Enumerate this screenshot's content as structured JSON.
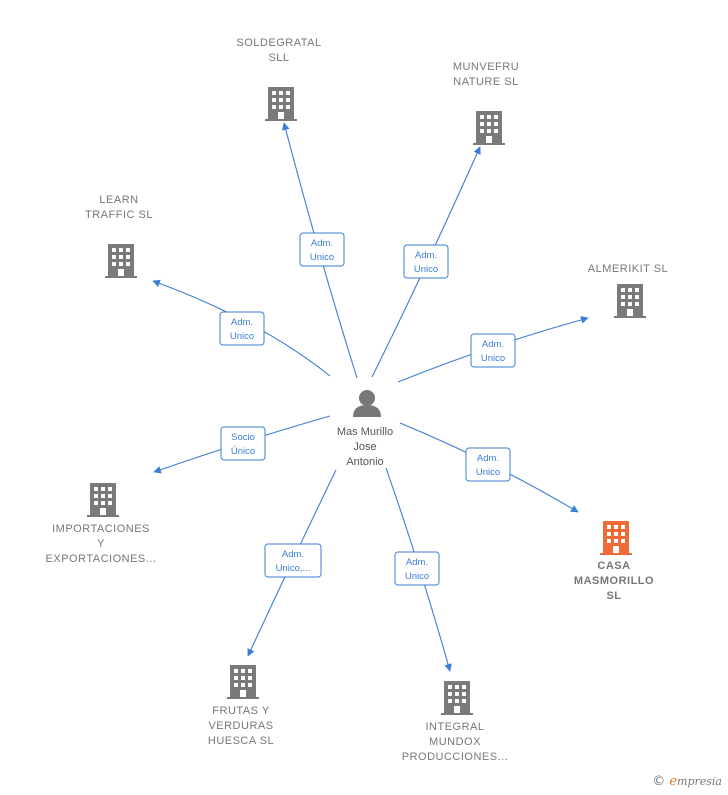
{
  "center": {
    "lines": [
      "Mas Murillo",
      "Jose",
      "Antonio"
    ],
    "icon": "person-icon"
  },
  "colors": {
    "edge": "#3a7fd5",
    "building": "#7a7a7a",
    "highlight_building": "#f06a35",
    "person": "#777777"
  },
  "nodes": [
    {
      "id": "soldegratal",
      "lines": [
        "SOLDEGRATAL",
        "SLL"
      ],
      "role": [
        "Adm.",
        "Unico"
      ],
      "highlight": false,
      "icon": "building-icon"
    },
    {
      "id": "munvefru",
      "lines": [
        "MUNVEFRU",
        "NATURE  SL"
      ],
      "role": [
        "Adm.",
        "Unico"
      ],
      "highlight": false,
      "icon": "building-icon"
    },
    {
      "id": "learn-traffic",
      "lines": [
        "LEARN",
        "TRAFFIC  SL"
      ],
      "role": [
        "Adm.",
        "Unico"
      ],
      "highlight": false,
      "icon": "building-icon"
    },
    {
      "id": "almerikit",
      "lines": [
        "ALMERIKIT  SL"
      ],
      "role": [
        "Adm.",
        "Unico"
      ],
      "highlight": false,
      "icon": "building-icon"
    },
    {
      "id": "importaciones",
      "lines": [
        "IMPORTACIONES",
        "Y",
        "EXPORTACIONES..."
      ],
      "role": [
        "Socio",
        "Único"
      ],
      "highlight": false,
      "icon": "building-icon"
    },
    {
      "id": "casa-masmorillo",
      "lines": [
        "CASA",
        "MASMORILLO",
        "SL"
      ],
      "role": [
        "Adm.",
        "Unico"
      ],
      "highlight": true,
      "icon": "building-icon"
    },
    {
      "id": "frutas-verduras",
      "lines": [
        "FRUTAS Y",
        "VERDURAS",
        "HUESCA  SL"
      ],
      "role": [
        "Adm.",
        "Unico,..."
      ],
      "highlight": false,
      "icon": "building-icon"
    },
    {
      "id": "integral-mundox",
      "lines": [
        "INTEGRAL",
        "MUNDOX",
        "PRODUCCIONES..."
      ],
      "role": [
        "Adm.",
        "Unico"
      ],
      "highlight": false,
      "icon": "building-icon"
    }
  ],
  "footer": {
    "copyright": "©",
    "brand_initial": "e",
    "brand_rest": "mpresia"
  }
}
